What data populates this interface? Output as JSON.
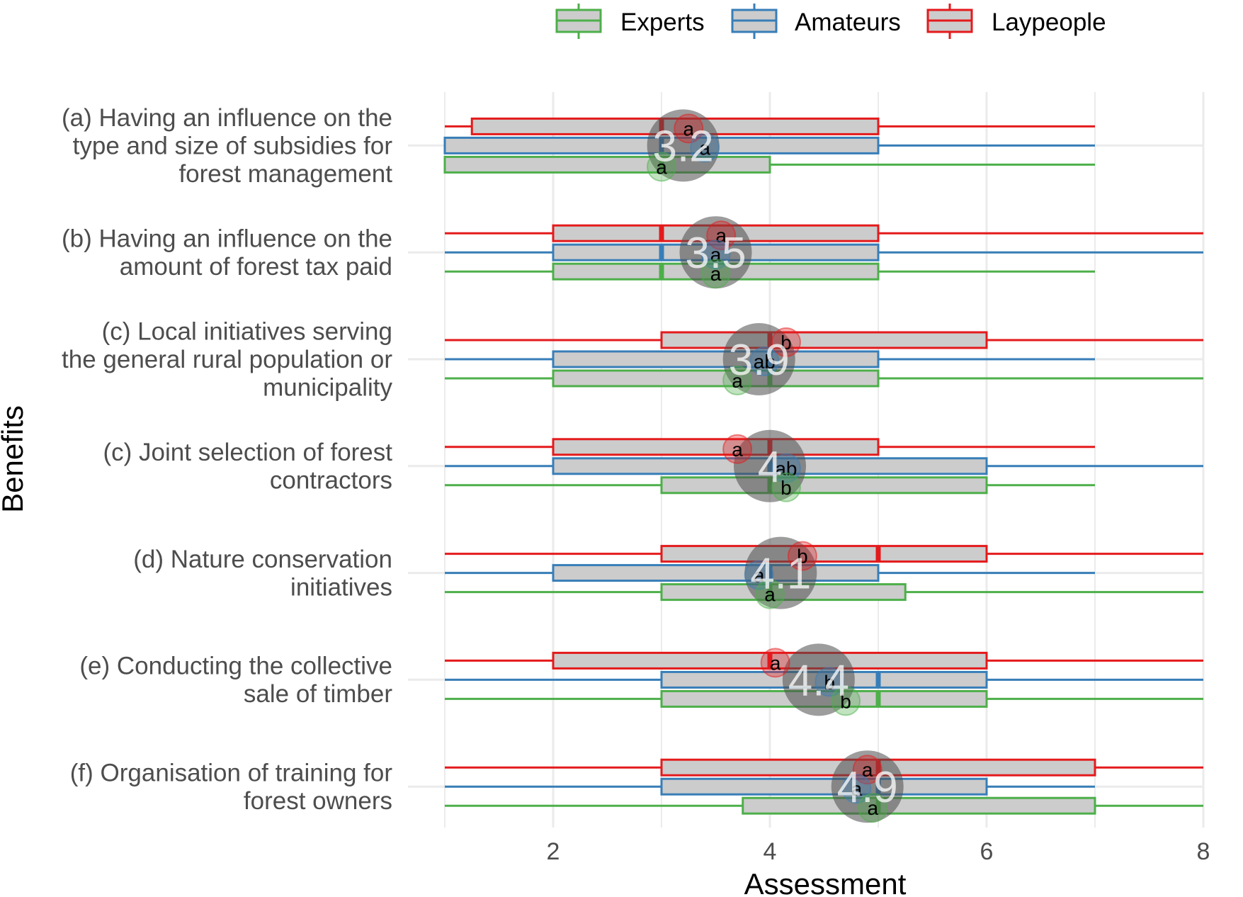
{
  "chart_data": {
    "type": "boxplot",
    "xlabel": "Assessment",
    "ylabel": "Benefits",
    "xlim": [
      1,
      8
    ],
    "xticks": [
      "2",
      "4",
      "6",
      "8"
    ],
    "legend_position": "top",
    "series": [
      {
        "name": "Experts",
        "color": "#4daf4a"
      },
      {
        "name": "Amateurs",
        "color": "#377eb8"
      },
      {
        "name": "Laypeople",
        "color": "#e41a1c"
      }
    ],
    "categories": [
      {
        "label": [
          "(a) Having an influence on the",
          "type and size of subsidies for",
          "forest management"
        ],
        "mean_label": "3.2",
        "mean": 3.2,
        "groups": {
          "Experts": {
            "min": 1,
            "q1": 1,
            "median": 3,
            "q3": 4,
            "max": 7,
            "mean": 3.0,
            "letter": "a"
          },
          "Amateurs": {
            "min": 1,
            "q1": 1,
            "median": 3,
            "q3": 5,
            "max": 7,
            "mean": 3.4,
            "letter": "a"
          },
          "Laypeople": {
            "min": 1,
            "q1": 1.25,
            "median": 3,
            "q3": 5,
            "max": 7,
            "mean": 3.25,
            "letter": "a"
          }
        }
      },
      {
        "label": [
          "(b) Having an influence on the",
          "amount of forest tax paid"
        ],
        "mean_label": "3.5",
        "mean": 3.5,
        "groups": {
          "Experts": {
            "min": 1,
            "q1": 2,
            "median": 3,
            "q3": 5,
            "max": 7,
            "mean": 3.5,
            "letter": "a"
          },
          "Amateurs": {
            "min": 1,
            "q1": 2,
            "median": 3,
            "q3": 5,
            "max": 8,
            "mean": 3.5,
            "letter": "a"
          },
          "Laypeople": {
            "min": 1,
            "q1": 2,
            "median": 3,
            "q3": 5,
            "max": 8,
            "mean": 3.55,
            "letter": "a"
          }
        }
      },
      {
        "label": [
          "(c) Local initiatives serving",
          "the general rural population or",
          "municipality"
        ],
        "mean_label": "3.9",
        "mean": 3.9,
        "groups": {
          "Experts": {
            "min": 1,
            "q1": 2,
            "median": 4,
            "q3": 5,
            "max": 8,
            "mean": 3.7,
            "letter": "a"
          },
          "Amateurs": {
            "min": 1,
            "q1": 2,
            "median": 4,
            "q3": 5,
            "max": 7,
            "mean": 3.95,
            "letter": "ab"
          },
          "Laypeople": {
            "min": 1,
            "q1": 3,
            "median": 4,
            "q3": 6,
            "max": 8,
            "mean": 4.15,
            "letter": "b"
          }
        }
      },
      {
        "label": [
          "(c) Joint selection of forest",
          "contractors"
        ],
        "mean_label": "4",
        "mean": 4.0,
        "groups": {
          "Experts": {
            "min": 1,
            "q1": 3,
            "median": 4,
            "q3": 6,
            "max": 7,
            "mean": 4.15,
            "letter": "b"
          },
          "Amateurs": {
            "min": 1,
            "q1": 2,
            "median": 4,
            "q3": 6,
            "max": 8,
            "mean": 4.15,
            "letter": "ab"
          },
          "Laypeople": {
            "min": 1,
            "q1": 2,
            "median": 4,
            "q3": 5,
            "max": 7,
            "mean": 3.7,
            "letter": "a"
          }
        }
      },
      {
        "label": [
          "(d) Nature conservation",
          "initiatives"
        ],
        "mean_label": "4.1",
        "mean": 4.1,
        "groups": {
          "Experts": {
            "min": 1,
            "q1": 3,
            "median": 4,
            "q3": 5.25,
            "max": 8,
            "mean": 4.0,
            "letter": "a"
          },
          "Amateurs": {
            "min": 1,
            "q1": 2,
            "median": 4,
            "q3": 5,
            "max": 7,
            "mean": 3.9,
            "letter": "a"
          },
          "Laypeople": {
            "min": 1,
            "q1": 3,
            "median": 5,
            "q3": 6,
            "max": 8,
            "mean": 4.3,
            "letter": "b"
          }
        }
      },
      {
        "label": [
          "(e) Conducting the collective",
          "sale of timber"
        ],
        "mean_label": "4.4",
        "mean": 4.45,
        "groups": {
          "Experts": {
            "min": 1,
            "q1": 3,
            "median": 5,
            "q3": 6,
            "max": 8,
            "mean": 4.7,
            "letter": "b"
          },
          "Amateurs": {
            "min": 1,
            "q1": 3,
            "median": 5,
            "q3": 6,
            "max": 8,
            "mean": 4.55,
            "letter": "b"
          },
          "Laypeople": {
            "min": 1,
            "q1": 2,
            "median": 4,
            "q3": 6,
            "max": 8,
            "mean": 4.05,
            "letter": "a"
          }
        }
      },
      {
        "label": [
          "(f) Organisation of training for",
          "forest owners"
        ],
        "mean_label": "4.9",
        "mean": 4.9,
        "groups": {
          "Experts": {
            "min": 1,
            "q1": 3.75,
            "median": 5,
            "q3": 7,
            "max": 8,
            "mean": 4.95,
            "letter": "a"
          },
          "Amateurs": {
            "min": 1,
            "q1": 3,
            "median": 5,
            "q3": 6,
            "max": 7,
            "mean": 4.8,
            "letter": "a"
          },
          "Laypeople": {
            "min": 1,
            "q1": 3,
            "median": 5,
            "q3": 7,
            "max": 8,
            "mean": 4.9,
            "letter": "a"
          }
        }
      }
    ]
  }
}
